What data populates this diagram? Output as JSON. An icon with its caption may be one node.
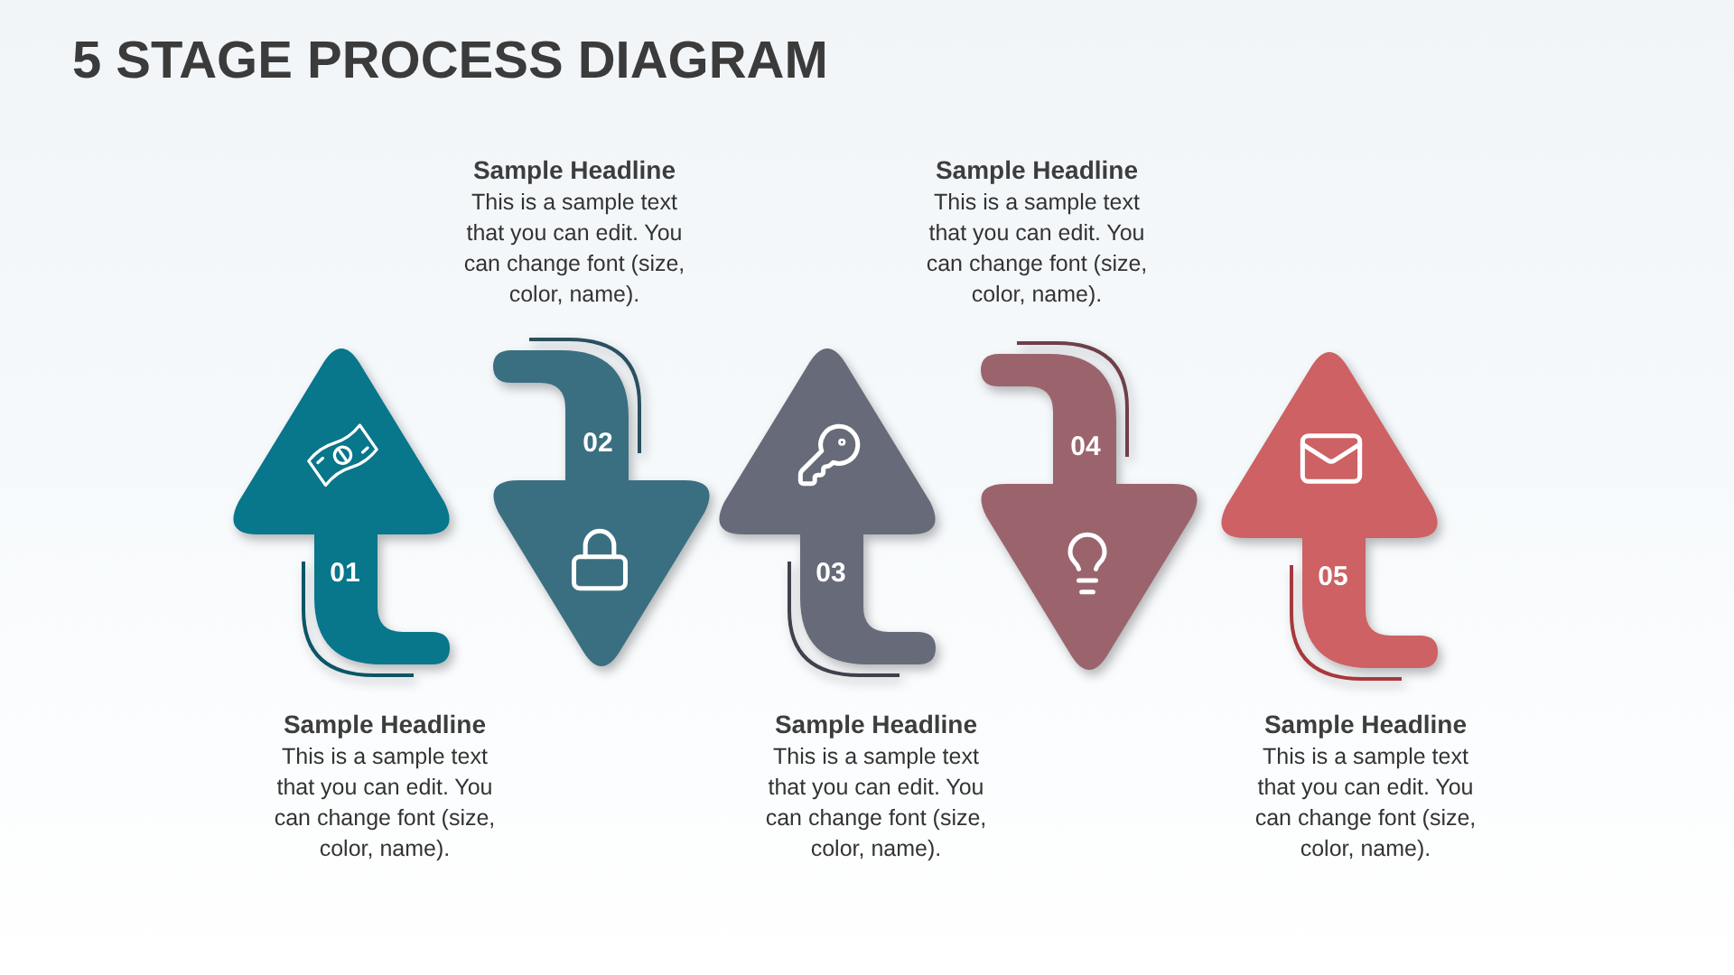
{
  "diagram": {
    "title": "5 STAGE PROCESS DIAGRAM",
    "nodes": [
      {
        "text": [
          "01"
        ],
        "beside": [
          "Sample Headline",
          "This is a sample text that you can edit. You can change font (size, color, name)."
        ]
      },
      {
        "text": [
          "02"
        ],
        "beside": [
          "Sample Headline",
          "This is a sample text that you can edit. You can change font (size, color, name)."
        ]
      },
      {
        "text": [
          "03"
        ],
        "beside": [
          "Sample Headline",
          "This is a sample text that you can edit. You can change font (size, color, name)."
        ]
      },
      {
        "text": [
          "04"
        ],
        "beside": [
          "Sample Headline",
          "This is a sample text that you can edit. You can change font (size, color, name)."
        ]
      },
      {
        "text": [
          "05"
        ],
        "beside": [
          "Sample Headline",
          "This is a sample text that you can edit. You can change font (size, color, name)."
        ]
      }
    ]
  }
}
